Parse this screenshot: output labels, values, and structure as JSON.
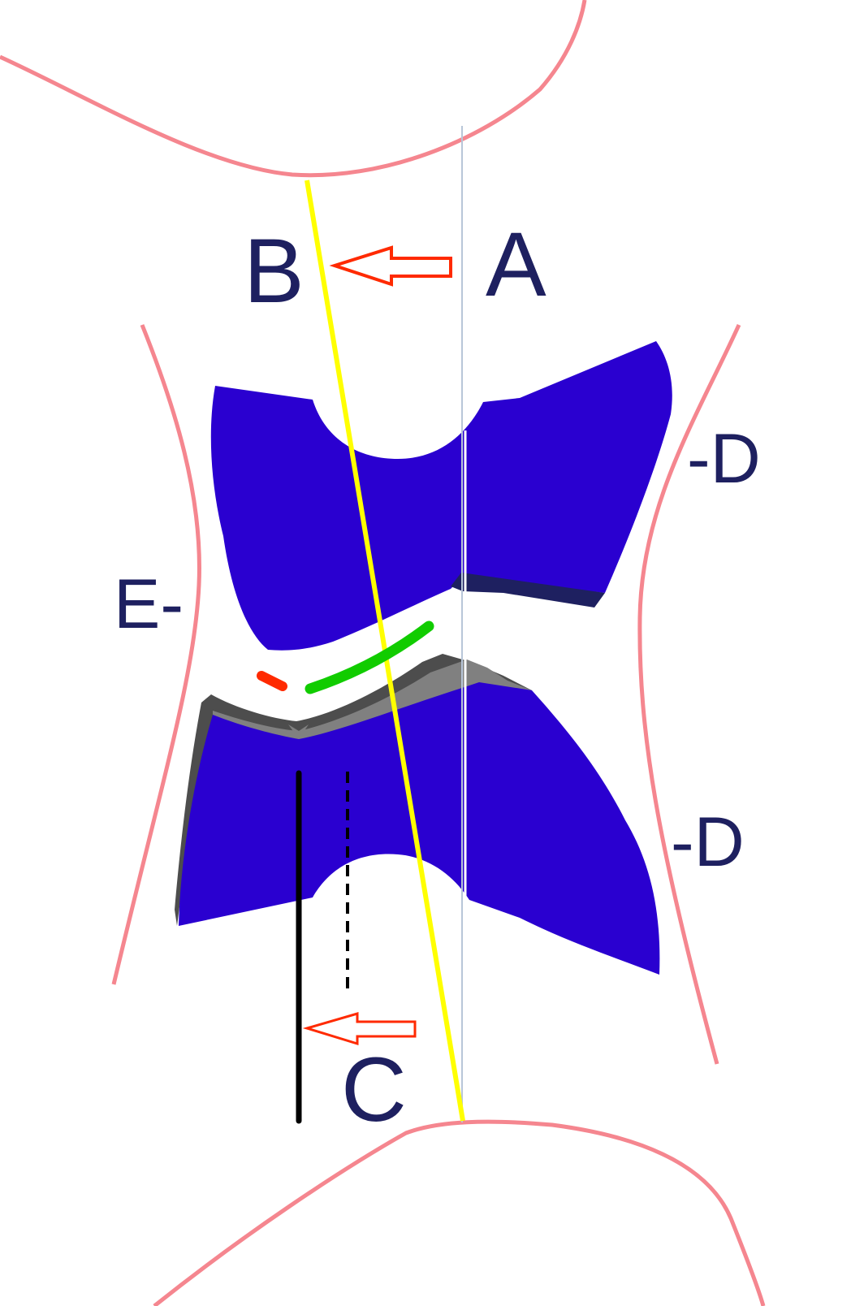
{
  "labels": {
    "a": "A",
    "b": "B",
    "c": "C",
    "d_upper": "-D",
    "d_lower": "-D",
    "e": "E-"
  },
  "colors": {
    "bone_outline": "#f5868f",
    "bone_fill": "#2a00d0",
    "cartilage_dark": "#4d4d4d",
    "cartilage_light": "#808080",
    "upper_shadow": "#1e2060",
    "mechanical_axis_line": "#ffff00",
    "vertical_axis_line": "#b8c6d8",
    "arrow": "#ff2a00",
    "green_segment": "#11cc00",
    "red_segment": "#ff2a00",
    "label_text": "#1e2060",
    "reference_line": "#000000"
  }
}
